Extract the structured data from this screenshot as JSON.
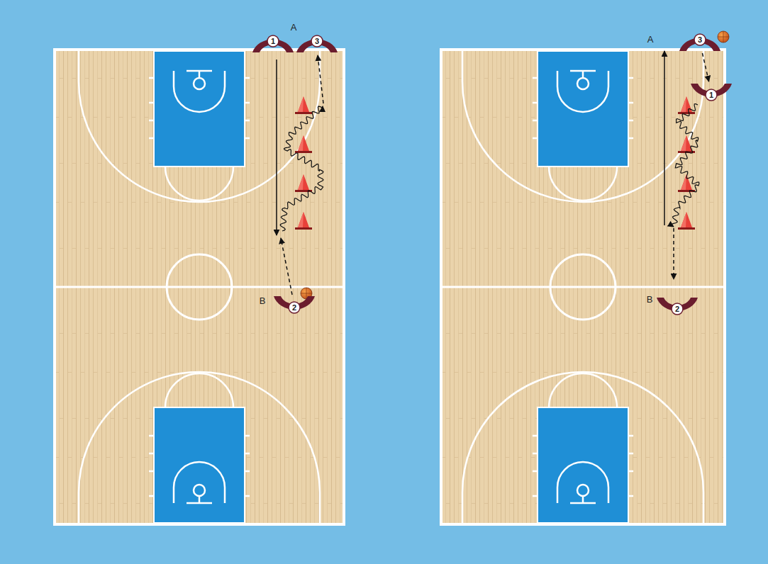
{
  "diagram": {
    "nodes": [
      {
        "text": [
          "1"
        ]
      },
      {
        "text": [
          "3"
        ]
      },
      {
        "text": [
          "2"
        ]
      },
      {
        "text": [
          "3"
        ]
      },
      {
        "text": [
          "1"
        ]
      },
      {
        "text": [
          "2"
        ]
      }
    ],
    "edges": [
      {
        "from": 3,
        "to": 4,
        "arrow": "to"
      }
    ],
    "labels": [
      "A",
      "B",
      "A",
      "B"
    ]
  }
}
